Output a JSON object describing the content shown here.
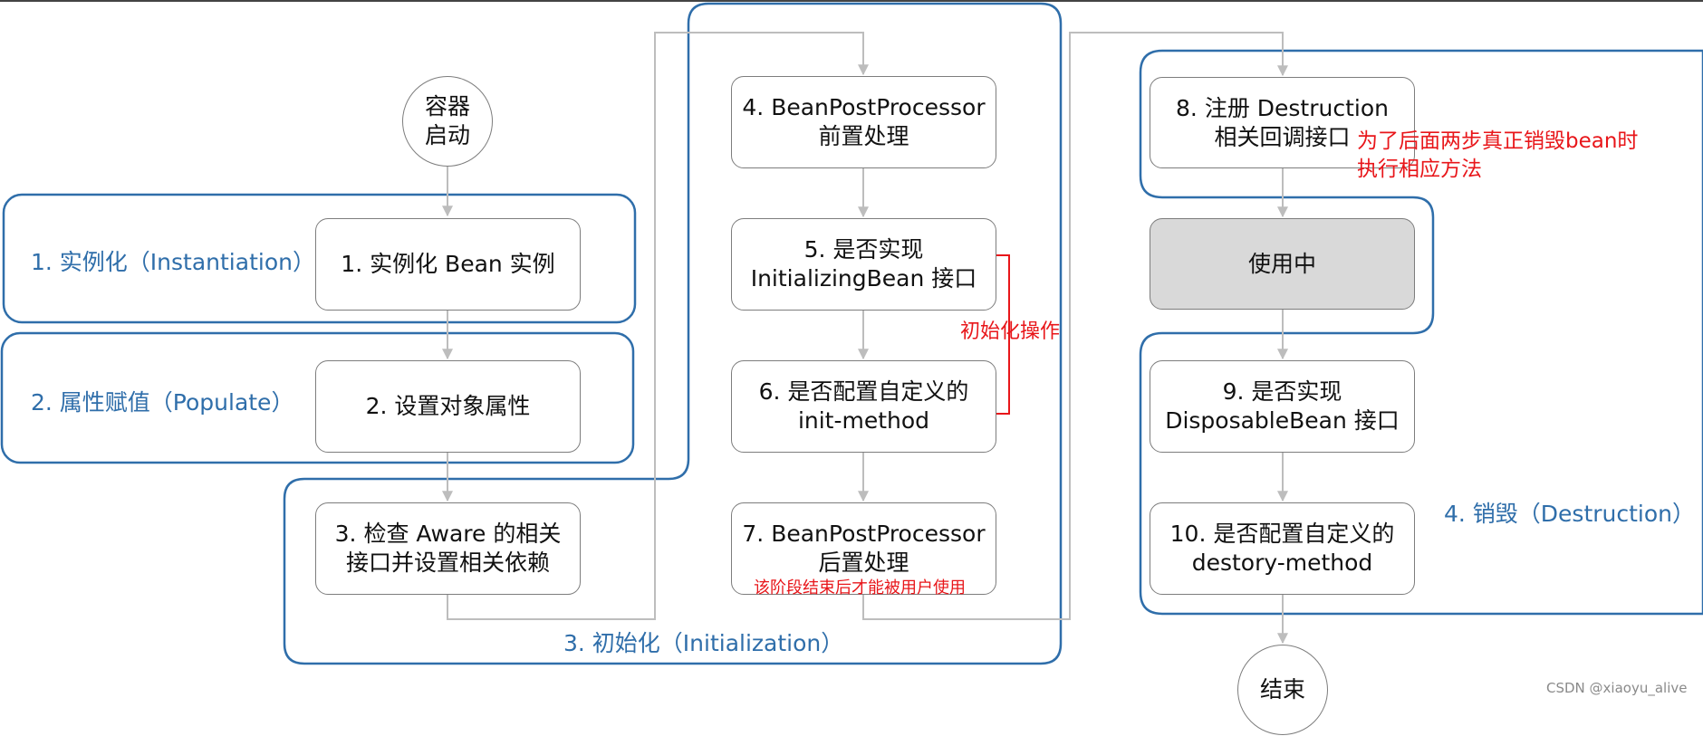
{
  "start": {
    "line1": "容器",
    "line2": "启动"
  },
  "end": {
    "label": "结束"
  },
  "phases": {
    "instantiation": "1. 实例化（Instantiation）",
    "populate": "2. 属性赋值（Populate）",
    "initialization": "3. 初始化（Initialization）",
    "destruction": "4. 销毁（Destruction）"
  },
  "steps": {
    "s1": {
      "line1": "1. 实例化 Bean 实例"
    },
    "s2": {
      "line1": "2. 设置对象属性"
    },
    "s3": {
      "line1": "3. 检查 Aware 的相关",
      "line2": "接口并设置相关依赖"
    },
    "s4": {
      "line1": "4. BeanPostProcessor",
      "line2": "前置处理"
    },
    "s5": {
      "line1": "5. 是否实现",
      "line2": "InitializingBean 接口"
    },
    "s6": {
      "line1": "6. 是否配置自定义的",
      "line2": "init-method"
    },
    "s7": {
      "line1": "7. BeanPostProcessor",
      "line2": "后置处理"
    },
    "s8": {
      "line1": "8. 注册 Destruction",
      "line2": "相关回调接口"
    },
    "inuse": {
      "line1": "使用中"
    },
    "s9": {
      "line1": "9. 是否实现",
      "line2": "DisposableBean 接口"
    },
    "s10": {
      "line1": "10. 是否配置自定义的",
      "line2": "destory-method"
    }
  },
  "notes": {
    "init_op": "初始化操作",
    "after_stage": "该阶段结束后才能被用户使用",
    "destroy_line1": "为了后面两步真正销毁bean时",
    "destroy_line2": "执行相应方法"
  },
  "watermark": "CSDN @xiaoyu_alive",
  "colors": {
    "phase_border": "#2f6eaa",
    "arrow": "#bdbdbd",
    "annotation": "#e8161a",
    "in_use_fill": "#d9d9d9"
  }
}
